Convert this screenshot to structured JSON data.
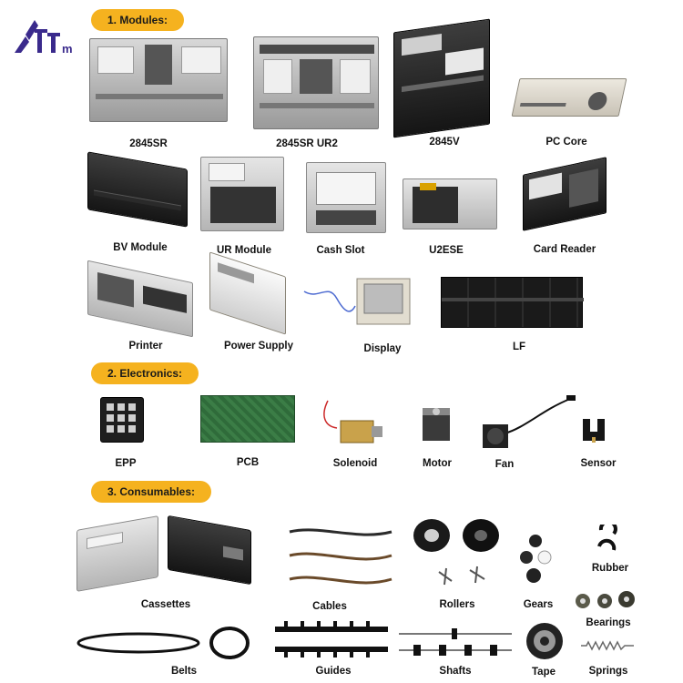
{
  "sections": {
    "modules": "1. Modules:",
    "electronics": "2. Electronics:",
    "consumables": "3. Consumables:"
  },
  "modules": {
    "m2845sr": "2845SR",
    "m2845sr_ur2": "2845SR UR2",
    "m2845v": "2845V",
    "pc_core": "PC Core",
    "bv_module": "BV Module",
    "ur_module": "UR Module",
    "cash_slot": "Cash Slot",
    "u2ese": "U2ESE",
    "card_reader": "Card Reader",
    "printer": "Printer",
    "power_supply": "Power Supply",
    "display": "Display",
    "lf": "LF"
  },
  "electronics": {
    "epp": "EPP",
    "pcb": "PCB",
    "solenoid": "Solenoid",
    "motor": "Motor",
    "fan": "Fan",
    "sensor": "Sensor"
  },
  "consumables": {
    "cassettes": "Cassettes",
    "cables": "Cables",
    "rollers": "Rollers",
    "gears": "Gears",
    "rubber": "Rubber",
    "bearings": "Bearings",
    "belts": "Belts",
    "guides": "Guides",
    "shafts": "Shafts",
    "tape": "Tape",
    "springs": "Springs"
  },
  "colors": {
    "pill": "#f5b21f",
    "logo": "#3a2a8c"
  }
}
